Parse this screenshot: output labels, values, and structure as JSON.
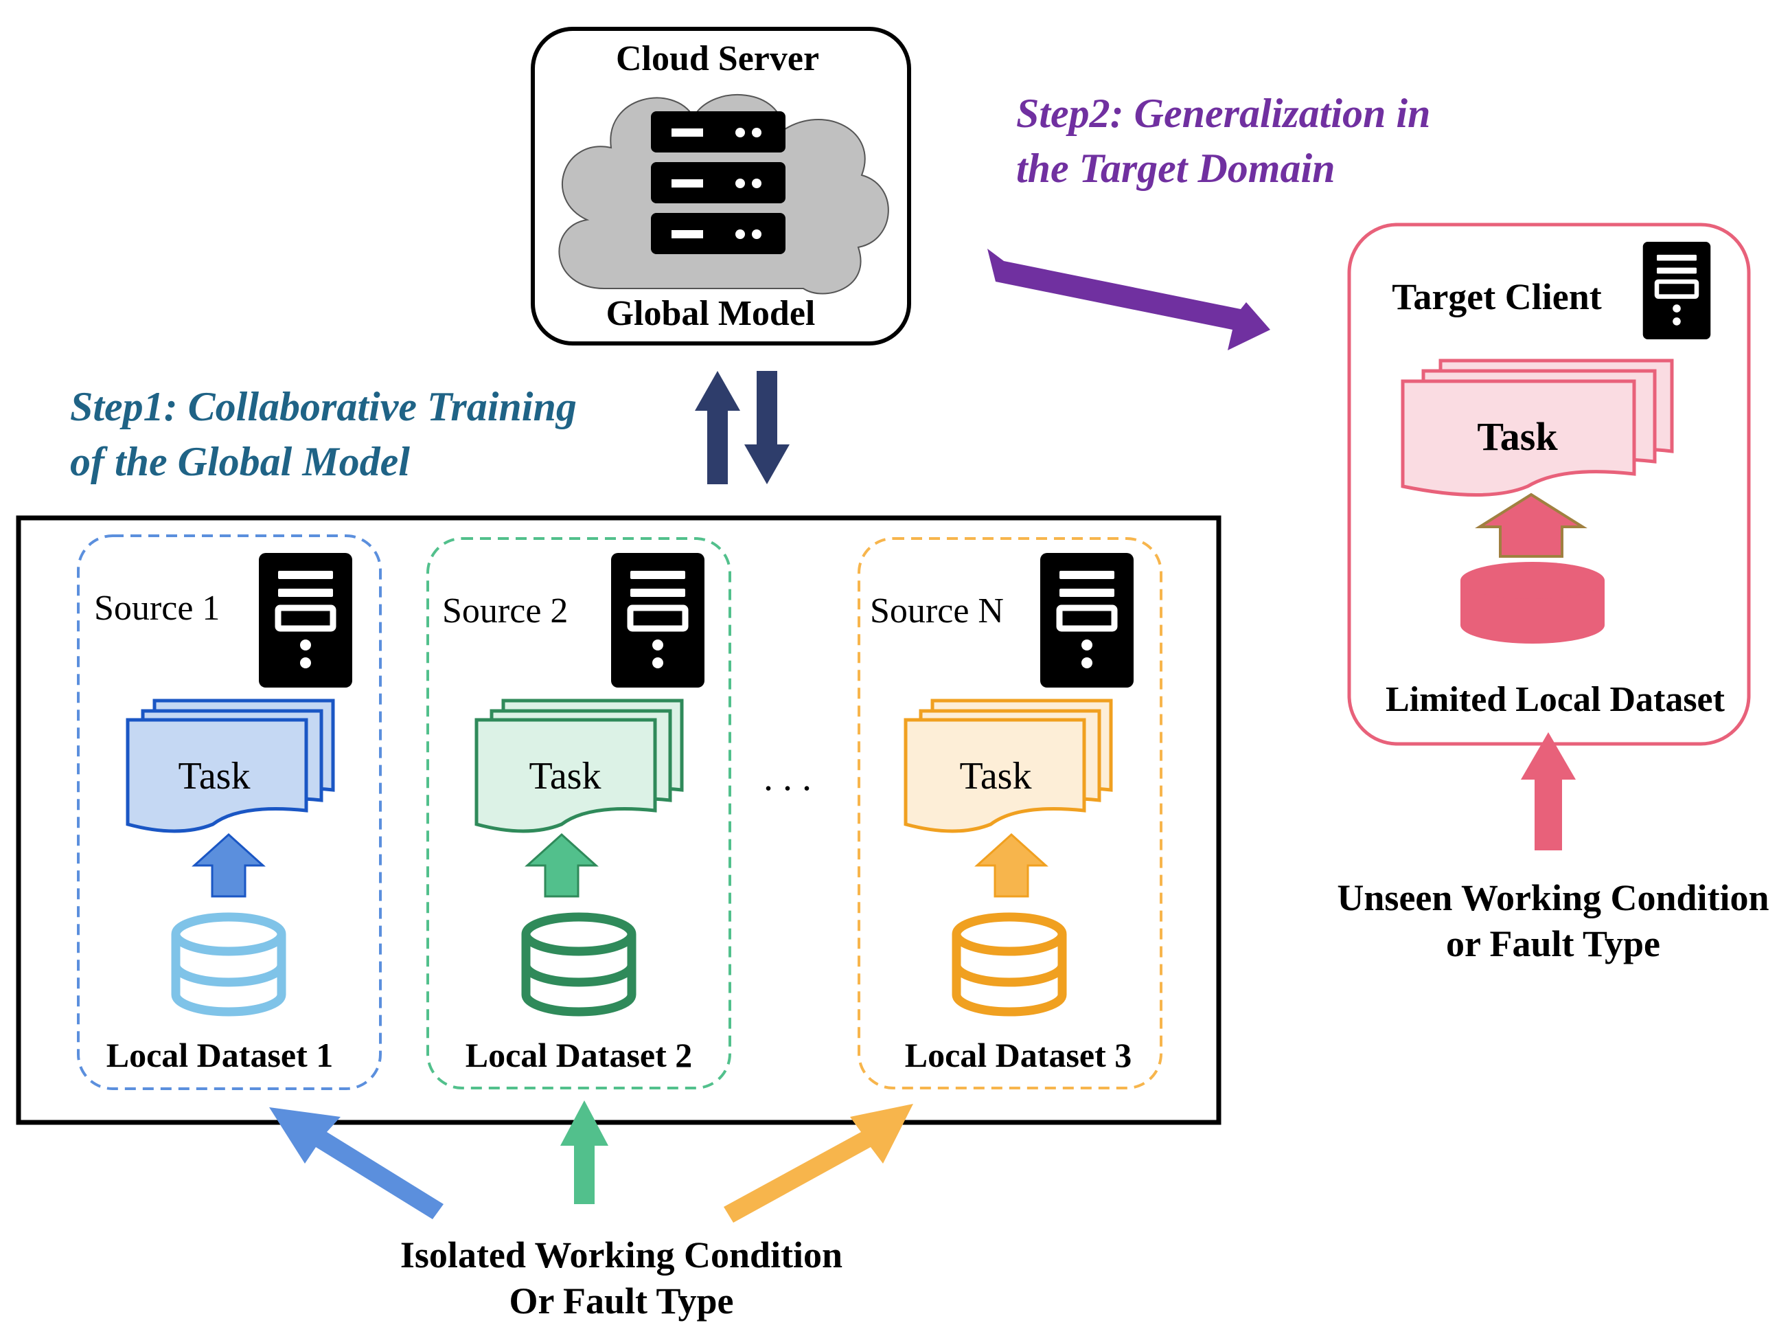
{
  "cloud": {
    "title": "Cloud Server",
    "model_label": "Global Model"
  },
  "step1": {
    "line1": "Step1: Collaborative Training",
    "line2": "of the Global Model",
    "color": "#1f6386"
  },
  "step2": {
    "line1": "Step2: Generalization in",
    "line2": "the Target Domain",
    "color": "#7030a0"
  },
  "sources": [
    {
      "label": "Source 1",
      "task": "Task",
      "dataset": "Local Dataset 1",
      "color": "#5b8fdd",
      "dark": "#1a56c4",
      "fill": "#c5d8f3",
      "db": "#7fc3e8"
    },
    {
      "label": "Source 2",
      "task": "Task",
      "dataset": "Local Dataset 2",
      "color": "#52c08c",
      "dark": "#2f8a5a",
      "fill": "#dcf2e6",
      "db": "#2f8a5a"
    },
    {
      "label": "Source N",
      "task": "Task",
      "dataset": "Local Dataset 3",
      "color": "#f7b54c",
      "dark": "#f0a020",
      "fill": "#fdeed7",
      "db": "#f0a020"
    }
  ],
  "ellipsis": ". . .",
  "target": {
    "title": "Target Client",
    "task": "Task",
    "dataset": "Limited Local Dataset",
    "color": "#e8617a",
    "fill": "#fadce2"
  },
  "bottom_caption": {
    "line1": "Isolated Working Condition",
    "line2": "Or Fault Type"
  },
  "right_caption": {
    "line1": "Unseen Working Condition",
    "line2": "or Fault Type"
  },
  "colors": {
    "exchange_arrows": "#2e3d6b",
    "step2_arrow": "#7030a0",
    "target_up_arrow_fill": "#e8617a",
    "target_up_arrow_stroke": "#a08040",
    "cloud": "#c0c0c0",
    "server": "#000000"
  }
}
